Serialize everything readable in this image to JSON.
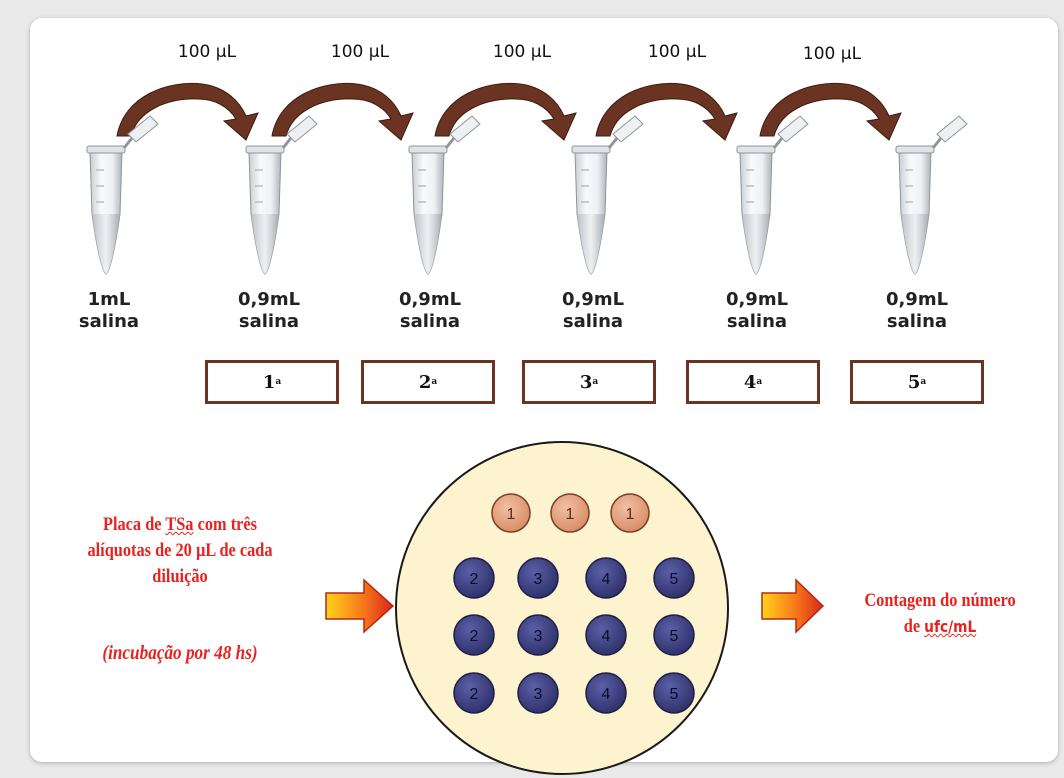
{
  "transfer_volumes": [
    "100 µL",
    "100 µL",
    "100 µL",
    "100 µL",
    "100 µL"
  ],
  "tubes": [
    {
      "volume": "1mL",
      "solution": "salina"
    },
    {
      "volume": "0,9mL",
      "solution": "salina"
    },
    {
      "volume": "0,9mL",
      "solution": "salina"
    },
    {
      "volume": "0,9mL",
      "solution": "salina"
    },
    {
      "volume": "0,9mL",
      "solution": "salina"
    },
    {
      "volume": "0,9mL",
      "solution": "salina"
    }
  ],
  "dilutions": [
    {
      "num": "1",
      "sup": "a"
    },
    {
      "num": "2",
      "sup": "a"
    },
    {
      "num": "3",
      "sup": "a"
    },
    {
      "num": "4",
      "sup": "a"
    },
    {
      "num": "5",
      "sup": "a"
    }
  ],
  "plate": {
    "top_row": [
      "1",
      "1",
      "1"
    ],
    "rows": [
      [
        "2",
        "3",
        "4",
        "5"
      ],
      [
        "2",
        "3",
        "4",
        "5"
      ],
      [
        "2",
        "3",
        "4",
        "5"
      ]
    ]
  },
  "left_caption": {
    "line1_a": "Placa  de ",
    "line1_tsa": "TSa",
    "line1_b": " com três",
    "line2": "alíquotas de 20 µL de cada",
    "line3": "diluição",
    "incubation": "(incubação por 48 hs)"
  },
  "right_caption": {
    "line1": "Contagem do número",
    "line2_a": "de ",
    "line2_b": "ufc/mL"
  },
  "colors": {
    "arrow_brown": "#6b3322",
    "plate_fill": "#fdf3cf",
    "dot_orange": "#e3a182",
    "dot_blue": "#3c3f7c",
    "caption_red": "#e8231f"
  }
}
